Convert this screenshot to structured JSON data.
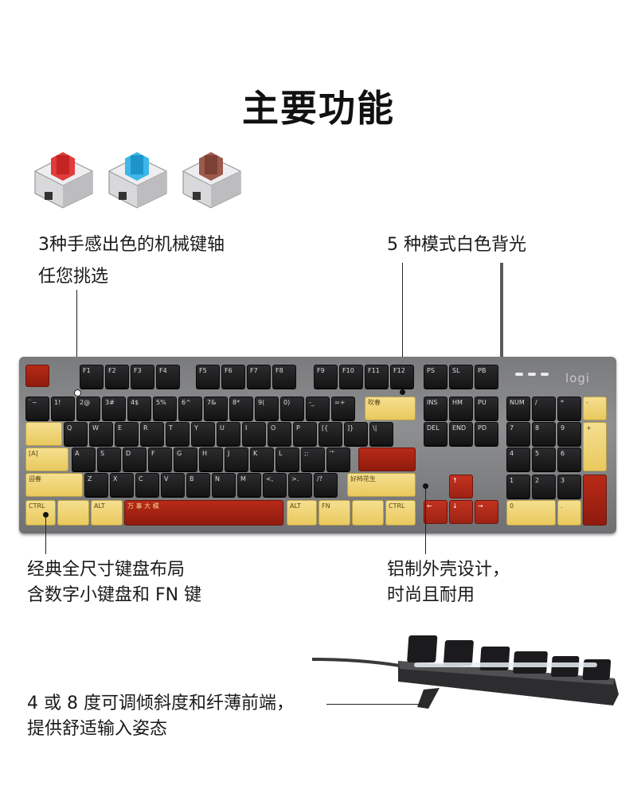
{
  "title": "主要功能",
  "features": {
    "switches_line1": "3种手感出色的机械键轴",
    "switches_line2": "任您挑选",
    "backlight": "5 种模式白色背光",
    "layout_line1": "经典全尺寸键盘布局",
    "layout_line2": "含数字小键盘和 FN 键",
    "chassis_line1": "铝制外壳设计，",
    "chassis_line2": "时尚且耐用",
    "tilt_line1": "4 或 8 度可调倾斜度和纤薄前端，",
    "tilt_line2": "提供舒适输入姿态"
  },
  "keyboard": {
    "logo": "logi",
    "fn_row": [
      "F1",
      "F2",
      "F3",
      "F4",
      "F5",
      "F6",
      "F7",
      "F8",
      "F9",
      "F10",
      "F11",
      "F12",
      "PS",
      "SL",
      "PB"
    ],
    "num_row": [
      "`~",
      "1!",
      "2@",
      "3#",
      "4$",
      "5%",
      "6^",
      "7&",
      "8*",
      "9(",
      "0)",
      "-_",
      "=+"
    ],
    "q_row": [
      "Q",
      "W",
      "E",
      "R",
      "T",
      "Y",
      "U",
      "I",
      "O",
      "P",
      "[{",
      "]}",
      "\\|"
    ],
    "a_row": [
      "A",
      "S",
      "D",
      "F",
      "G",
      "H",
      "J",
      "K",
      "L",
      ";:",
      "'\""
    ],
    "z_row": [
      "Z",
      "X",
      "C",
      "V",
      "B",
      "N",
      "M",
      "<,",
      ">.",
      "/?"
    ],
    "mod_row": [
      "CTRL",
      "ALT",
      "ALT",
      "FN",
      "CTRL"
    ],
    "nav_top": [
      "INS",
      "HM",
      "PU"
    ],
    "nav_bot": [
      "DEL",
      "END",
      "PD"
    ],
    "numpad": {
      "r1": [
        "NUM",
        "/",
        "*",
        "-"
      ],
      "r2": [
        "7",
        "8",
        "9",
        "+"
      ],
      "r3": [
        "4",
        "5",
        "6"
      ],
      "r4": [
        "1",
        "2",
        "3"
      ],
      "r5": [
        "0",
        "."
      ]
    },
    "caps_label": "[A]",
    "arrows": [
      "↑",
      "←",
      "↓",
      "→"
    ],
    "space_art": "万 事 大 橘",
    "shift_art": "好柿花生",
    "tab_art": "迎春",
    "enter_art": "吹春"
  },
  "colors": {
    "frame": "#8e8f91",
    "black_key": "#1e1e20",
    "yellow_key": "#f0d676",
    "red_key": "#b22a18"
  }
}
